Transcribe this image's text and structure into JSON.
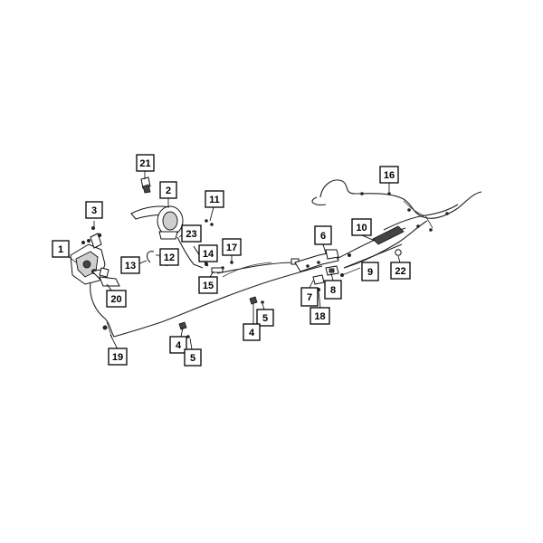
{
  "callouts": {
    "c1": "1",
    "c2": "2",
    "c3": "3",
    "c4a": "4",
    "c4b": "4",
    "c5a": "5",
    "c5b": "5",
    "c6": "6",
    "c7": "7",
    "c8": "8",
    "c9": "9",
    "c10": "10",
    "c11": "11",
    "c12": "12",
    "c13": "13",
    "c14": "14",
    "c15": "15",
    "c16": "16",
    "c17": "17",
    "c18": "18",
    "c19": "19",
    "c20": "20",
    "c21": "21",
    "c22": "22",
    "c23": "23"
  }
}
